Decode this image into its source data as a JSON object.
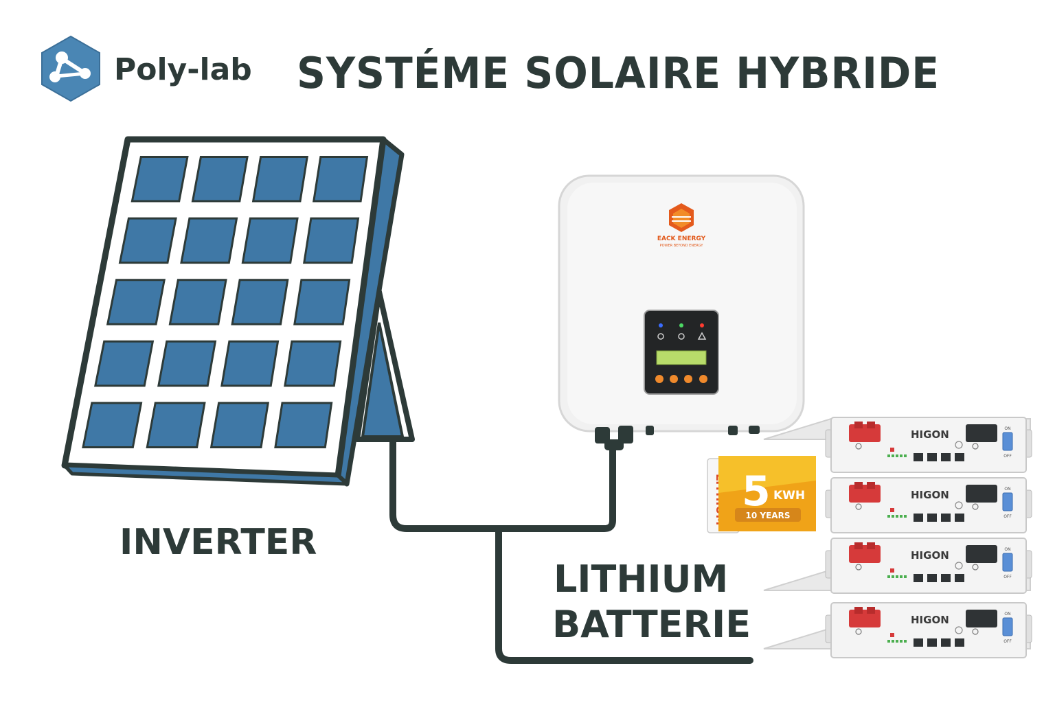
{
  "header": {
    "brand": "Poly-lab",
    "title": "SYSTÉME SOLAIRE HYBRIDE"
  },
  "labels": {
    "panel": "INVERTER",
    "battery_line1": "LITHIUM",
    "battery_line2": "BATTERIE"
  },
  "inverter": {
    "brand": "EACK ENERGY",
    "tagline": "POWER BEYOND ENERGY"
  },
  "battery_rack": {
    "module_brand": "HIGON",
    "modules": 4,
    "switch_on": "ON",
    "switch_off": "OFF"
  },
  "badge": {
    "capacity_value": "5",
    "capacity_unit": "KWH",
    "warranty": "10 YEARS",
    "side_text": "LITHIUM"
  },
  "colors": {
    "outline": "#2d3a38",
    "cell": "#3f78a6",
    "logo": "#4a86b4",
    "battery_terminal": "#d63a3a",
    "badge": "#f0a318"
  }
}
